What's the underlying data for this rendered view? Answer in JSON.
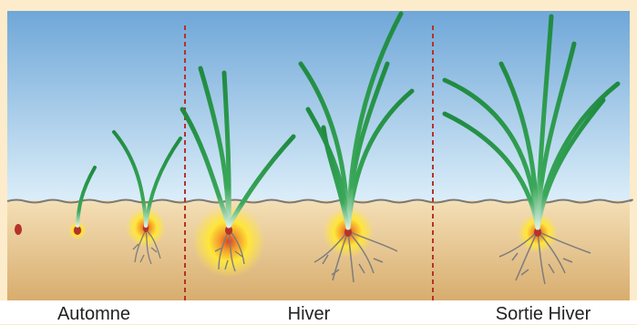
{
  "labels": {
    "autumn": "Automne",
    "winter": "Hiver",
    "end_winter": "Sortie Hiver"
  },
  "colors": {
    "page_border": "#fdeccb",
    "sky_top": "#6fa7d8",
    "sky_bottom": "#dceef9",
    "soil_top": "#f4dfb6",
    "soil_bottom": "#d8ad6e",
    "leaf": "#2a9a4a",
    "leaf_light": "#bfe3c8",
    "root": "#7d7d7d",
    "glow": "#ffe63b",
    "seed": "#b4332a",
    "divider": "#b4332a"
  }
}
